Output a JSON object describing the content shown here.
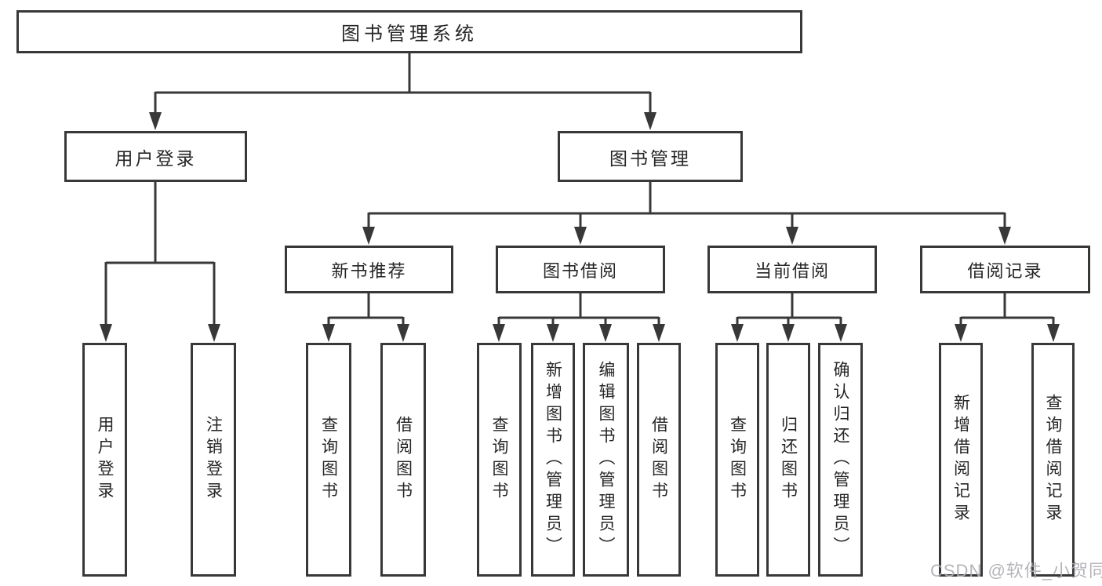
{
  "nodes": {
    "root": {
      "label": "图书管理系统"
    },
    "user_login": {
      "label": "用户登录"
    },
    "book_mgmt": {
      "label": "图书管理"
    },
    "new_books": {
      "label": "新书推荐"
    },
    "book_borrow": {
      "label": "图书借阅"
    },
    "current_borrow": {
      "label": "当前借阅"
    },
    "borrow_records": {
      "label": "借阅记录"
    },
    "leaf_user_login": {
      "label": "用户登录"
    },
    "leaf_logout": {
      "label": "注销登录"
    },
    "leaf_nb_query": {
      "label": "查询图书"
    },
    "leaf_nb_borrow": {
      "label": "借阅图书"
    },
    "leaf_bb_query": {
      "label": "查询图书"
    },
    "leaf_bb_add": {
      "label": "新增图书（管理员）"
    },
    "leaf_bb_edit": {
      "label": "编辑图书（管理员）"
    },
    "leaf_bb_borrow": {
      "label": "借阅图书"
    },
    "leaf_cb_query": {
      "label": "查询图书"
    },
    "leaf_cb_return": {
      "label": "归还图书"
    },
    "leaf_cb_confirm": {
      "label": "确认归还（管理员）"
    },
    "leaf_br_add": {
      "label": "新增借阅记录"
    },
    "leaf_br_query": {
      "label": "查询借阅记录"
    }
  },
  "watermark": {
    "text": "CSDN @软件_小贺同学"
  },
  "colors": {
    "line": "#383838",
    "text": "#262626",
    "background": "#ffffff",
    "watermark": "#b0aeb4"
  }
}
